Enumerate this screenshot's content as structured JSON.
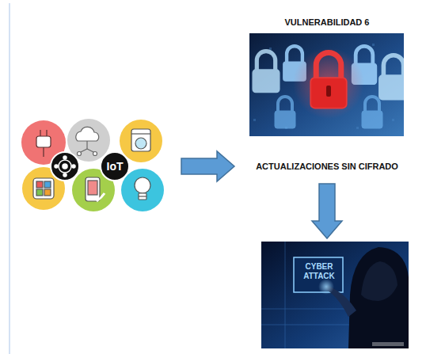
{
  "diagram": {
    "nodes": [
      {
        "text": [
          "IoT"
        ]
      },
      {
        "text": [
          "VULNERABILIDAD 6",
          "ACTUALIZACIONES SIN CIFRADO"
        ]
      },
      {
        "text": [
          "CYBER ATTACK"
        ]
      }
    ],
    "edges": [
      {
        "from": 0,
        "to": 1,
        "arrow": "to"
      },
      {
        "from": 1,
        "to": 2,
        "arrow": "to"
      }
    ]
  }
}
